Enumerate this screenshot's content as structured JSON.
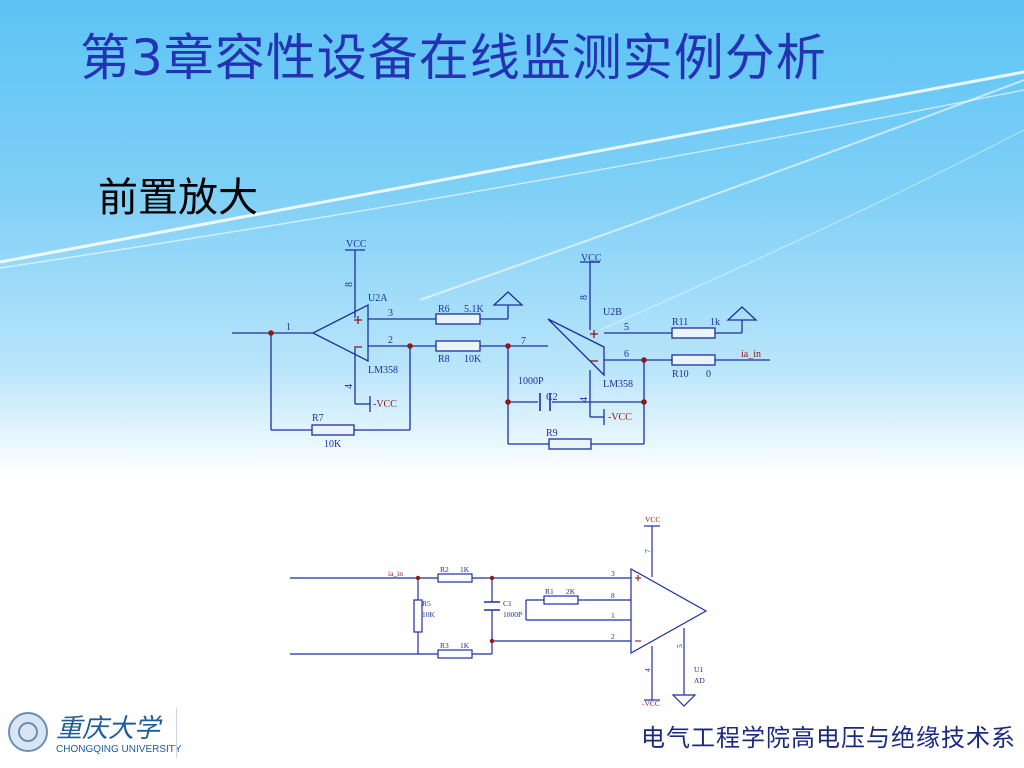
{
  "slide": {
    "title": "第3章容性设备在线监测实例分析",
    "subtitle": "前置放大",
    "footer_dept": "电气工程学院高电压与绝缘技术系",
    "logo_cn": "重庆大学",
    "logo_en": "CHONGQING   UNIVERSITY"
  },
  "circuit1": {
    "vcc_left": "VCC",
    "pin8_left": "8",
    "u2a": "U2A",
    "pin3": "3",
    "pin1": "1",
    "pin2": "2",
    "lm358_a": "LM358",
    "pin4_left": "4",
    "neg_vcc_left": "-VCC",
    "r6": "R6",
    "r6_val": "5.1K",
    "r8": "R8",
    "r8_val": "10K",
    "r7": "R7",
    "r7_val": "10K",
    "pin7": "7",
    "cap_val": "1000P",
    "c2": "C2",
    "r9": "R9",
    "vcc_right": "VCC",
    "pin8_right": "8",
    "u2b": "U2B",
    "pin5": "5",
    "pin6": "6",
    "lm358_b": "LM358",
    "pin4_right": "4",
    "neg_vcc_right": "-VCC",
    "r11": "R11",
    "r11_val": "1k",
    "r10": "R10",
    "r10_val": "0",
    "ia_in": "ia_in"
  },
  "circuit2": {
    "vcc": "VCC",
    "pin7": "7",
    "ia_in": "ia_in",
    "r2": "R2",
    "r2_val": "1K",
    "r5": "R5",
    "r5_val": "10K",
    "c1": "C1",
    "c1_val": "1000P",
    "r1": "R1",
    "r1_val": "2K",
    "r3": "R3",
    "r3_val": "1K",
    "pin3": "3",
    "pin8": "8",
    "pin1": "1",
    "pin2": "2",
    "pin5": "5",
    "pin4": "4",
    "u1": "U1",
    "ad": "AD",
    "neg_vcc": "-VCC"
  }
}
